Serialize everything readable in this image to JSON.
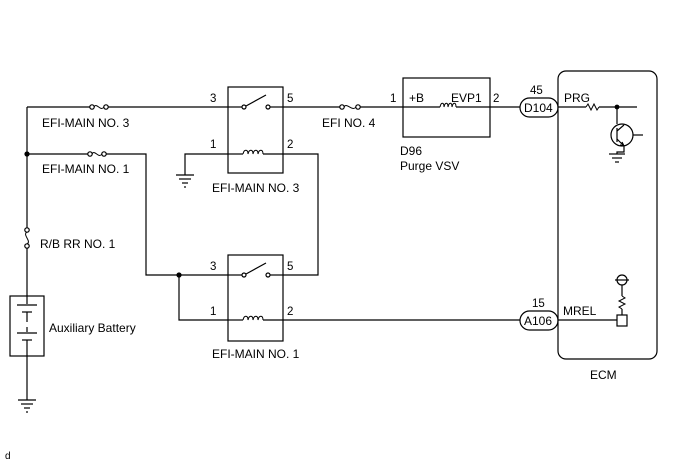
{
  "fuses": {
    "efi_main_no3": "EFI-MAIN NO. 3",
    "efi_main_no1": "EFI-MAIN NO. 1",
    "rb_rr_no1": "R/B RR NO. 1",
    "efi_no4": "EFI NO. 4"
  },
  "battery": {
    "label": "Auxiliary Battery"
  },
  "relay_no3": {
    "label": "EFI-MAIN NO. 3",
    "pin_3": "3",
    "pin_5": "5",
    "pin_1": "1",
    "pin_2": "2"
  },
  "relay_no1": {
    "label": "EFI-MAIN NO. 1",
    "pin_3": "3",
    "pin_5": "5",
    "pin_1": "1",
    "pin_2": "2"
  },
  "vsv": {
    "pin_left": "1",
    "pin_right": "2",
    "terminal_b": "+B",
    "terminal_evp1": "EVP1",
    "code": "D96",
    "name": "Purge VSV"
  },
  "connectors": {
    "d104": {
      "code": "D104",
      "pin": "45"
    },
    "a106": {
      "code": "A106",
      "pin": "15"
    }
  },
  "ecm": {
    "label": "ECM",
    "terminal_prg": "PRG",
    "terminal_mrel": "MREL"
  },
  "corner_mark": "d"
}
